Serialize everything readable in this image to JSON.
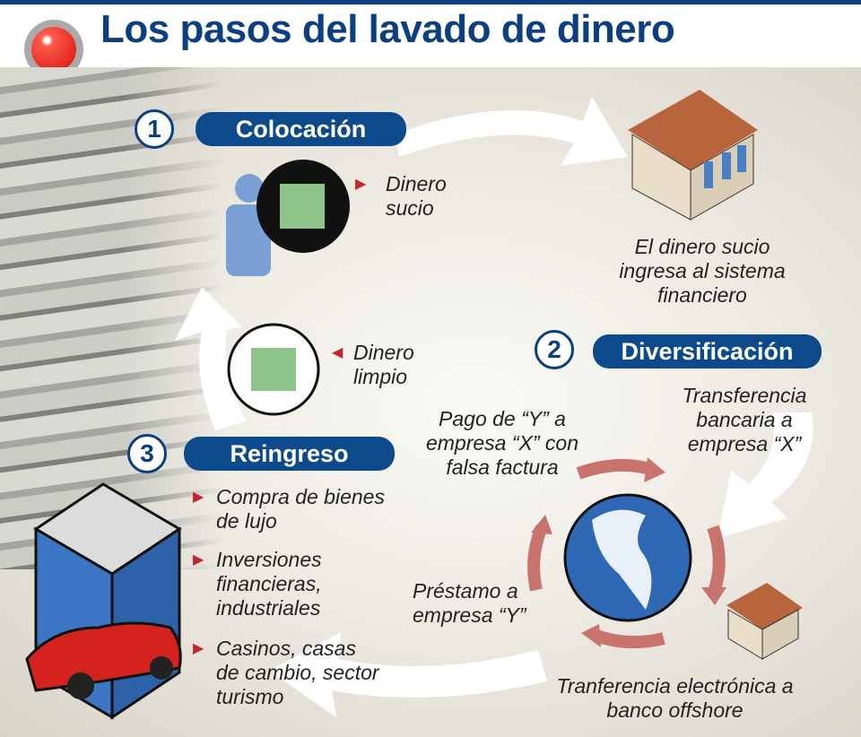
{
  "title": "Los pasos del lavado de dinero",
  "record_icon": "red-record-dot-icon",
  "steps": [
    {
      "number": "1",
      "label": "Colocación"
    },
    {
      "number": "2",
      "label": "Diversificación"
    },
    {
      "number": "3",
      "label": "Reingreso"
    }
  ],
  "labels": {
    "dinero_sucio": "Dinero sucio",
    "dinero_limpio": "Dinero limpio",
    "ingresa": "El dinero sucio ingresa al sistema financiero",
    "transferencia_bancaria": "Transferencia bancaria a empresa “X”",
    "pago": "Pago de “Y” a empresa “X” con falsa factura",
    "prestamo": "Préstamo a empresa “Y”",
    "tranferencia_electronica": "Tranferencia electrónica a banco offshore"
  },
  "reingreso_items": [
    "Compra de bienes de lujo",
    "Inversiones financieras, industriales",
    "Casinos, casas de cambio, sector turismo"
  ],
  "colors": {
    "brand": "#0c4a8c",
    "arrow": "#c9736f",
    "bullet": "#c0282f"
  }
}
